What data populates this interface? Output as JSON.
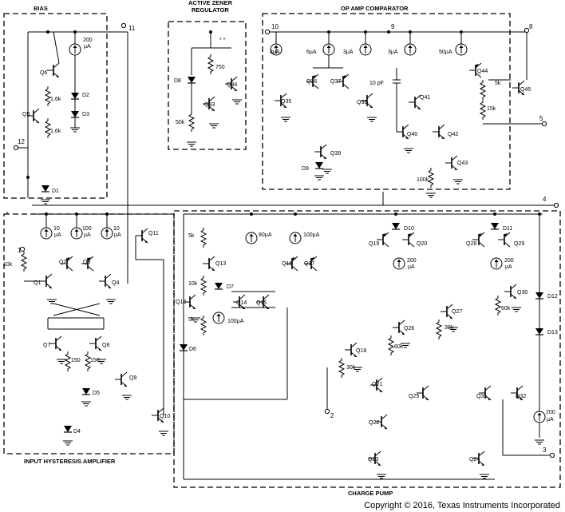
{
  "blocks": {
    "bias": "BIAS",
    "zener_line1": "ACTIVE ZENER",
    "zener_line2": "REGULATOR",
    "comparator": "OP AMP COMPARATOR",
    "hysteresis": "INPUT HYSTERESIS AMPLIFIER",
    "charge_pump": "CHARGE PUMP"
  },
  "pins": {
    "p1": "1",
    "p2": "2",
    "p3": "3",
    "p4": "4",
    "p5": "5",
    "p8": "8",
    "p9": "9",
    "p10": "10",
    "p11": "11",
    "p12": "12"
  },
  "transistors": {
    "q1": "Q1",
    "q2": "Q2",
    "q3": "Q3",
    "q4": "Q4",
    "q5": "Q5",
    "q6": "Q6",
    "q7": "Q7",
    "q8": "Q8",
    "q9": "Q9",
    "q10": "Q10",
    "q11": "Q11",
    "q12": "Q12",
    "q13": "Q13",
    "q14": "Q14",
    "q15": "Q15",
    "q16": "Q16",
    "q17": "Q17",
    "q18": "Q18",
    "q19": "Q19",
    "q20": "Q20",
    "q21": "Q21",
    "q22": "Q22",
    "q23": "Q23",
    "q24": "Q24",
    "q25": "Q25",
    "q26": "Q26",
    "q27": "Q27",
    "q28": "Q28",
    "q29": "Q29",
    "q30": "Q30",
    "q31": "Q31",
    "q32": "Q32",
    "q33": "Q33",
    "q34": "Q34",
    "q35": "Q35",
    "q36": "Q36",
    "q37": "Q37",
    "q38": "Q38",
    "q39": "Q39",
    "q40": "Q40",
    "q41": "Q41",
    "q42": "Q42",
    "q43": "Q43",
    "q44": "Q44",
    "q45": "Q45"
  },
  "diodes": {
    "d1": "D1",
    "d2": "D2",
    "d3": "D3",
    "d4": "D4",
    "d5": "D5",
    "d6": "D6",
    "d7": "D7",
    "d8": "D8",
    "d9": "D9",
    "d10": "D10",
    "d11": "D11",
    "d12": "D12",
    "d13": "D13"
  },
  "resistors": {
    "r_1k6a": "1.6k",
    "r_1k6b": "1.6k",
    "r_10k": "10k",
    "r_150a": "150",
    "r_150b": "150",
    "r_5ka": "5k",
    "r_10kb": "10k",
    "r_5kb": "5k",
    "r_30ka": "30k",
    "r_60ka": "60k",
    "r_30kb": "30k",
    "r_60kb": "60k",
    "r_750": "750",
    "r_50k": "50k",
    "r_100k": "100k",
    "r_5kc": "5k",
    "r_15k": "15k"
  },
  "sources": {
    "s200_bias_a": "200",
    "s200_bias_b": "µA",
    "s10a_a": "10",
    "s10a_b": "µA",
    "s100_a": "100",
    "s100_b": "µA",
    "s10b_a": "10",
    "s10b_b": "µA",
    "s80": "80µA",
    "s100b": "100µA",
    "s100c": "100µA",
    "s200_cp1_a": "200",
    "s200_cp1_b": "µA",
    "s200_cp2_a": "200",
    "s200_cp2_b": "µA",
    "s200_cp3_a": "200",
    "s200_cp3_b": "µA",
    "s3a": "3µA",
    "s6": "6µA",
    "s3b": "3µA",
    "s3c": "3µA",
    "s50": "50µA"
  },
  "misc": {
    "cap": "10 pF",
    "star1": "* *",
    "star2": "*"
  },
  "copyright": "Copyright © 2016, Texas Instruments Incorporated"
}
